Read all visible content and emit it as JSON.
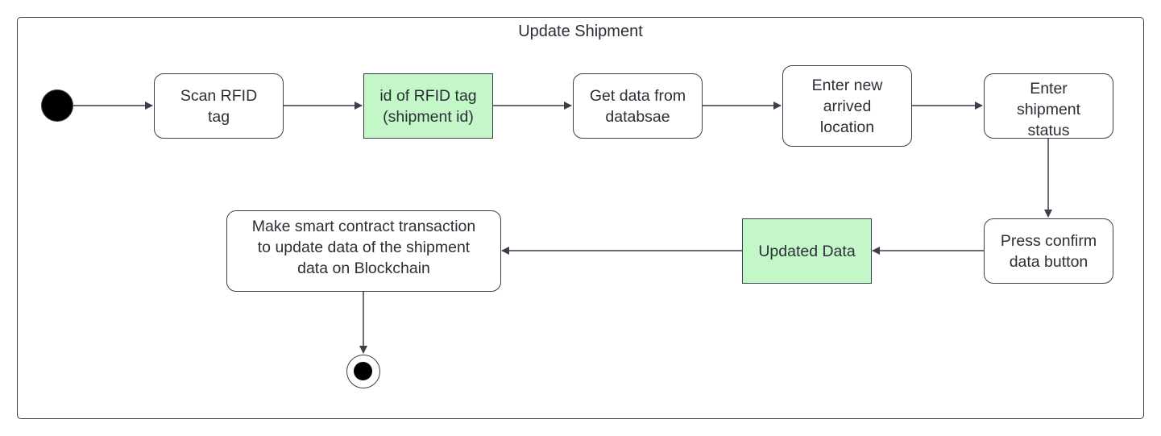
{
  "diagram": {
    "title": "Update Shipment",
    "nodes": {
      "scan": "Scan RFID\ntag",
      "rfid_id": "id of RFID tag\n(shipment id)",
      "get_data": "Get data from\ndatabsae",
      "enter_location": "Enter new\narrived\nlocation",
      "enter_status": "Enter\nshipment\nstatus",
      "press_confirm": "Press confirm\ndata button",
      "updated_data": "Updated Data",
      "smart_contract": "Make smart contract transaction\nto update data of the shipment\ndata on Blockchain"
    },
    "colors": {
      "object_fill": "#c3f7c8",
      "stroke": "#3a3f4a",
      "text": "#2b2f36"
    }
  }
}
